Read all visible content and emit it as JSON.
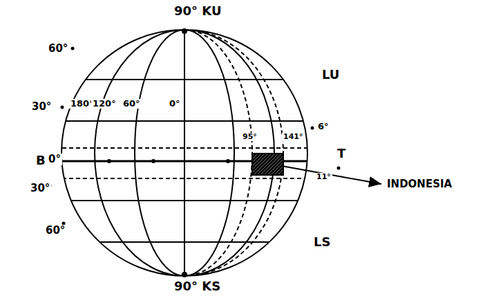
{
  "diagram": {
    "labels": [
      "90° KU",
      "60°",
      "LU",
      "30°",
      "180°",
      "120°",
      "60°",
      "0°",
      "95°",
      "141°",
      "6°",
      "B",
      "0°",
      "T",
      "INDONESIA",
      "11°",
      "30°",
      "60°",
      "LS",
      "90° KS"
    ]
  }
}
